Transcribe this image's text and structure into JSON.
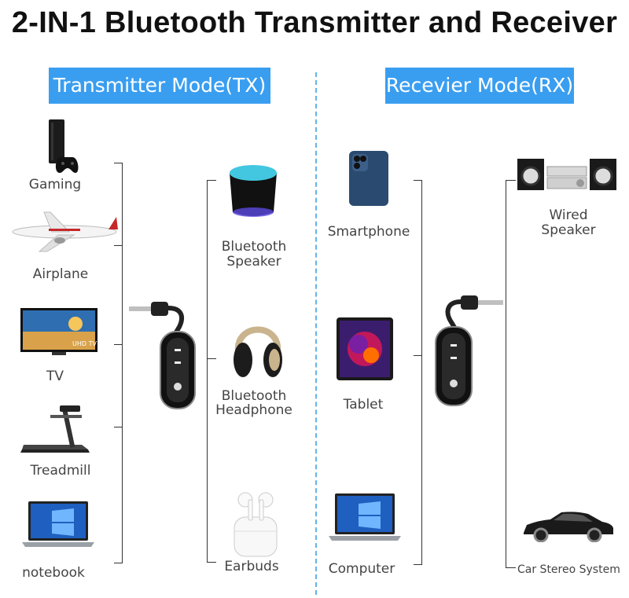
{
  "title": "2-IN-1 Bluetooth Transmitter and Receiver",
  "tx": {
    "heading": "Transmitter Mode(TX)",
    "sources": [
      "Gaming",
      "Airplane",
      "TV",
      "Treadmill",
      "notebook"
    ],
    "outputs": [
      {
        "line1": "Bluetooth",
        "line2": "Speaker"
      },
      {
        "line1": "Bluetooth",
        "line2": "Headphone"
      },
      {
        "line1": "Earbuds",
        "line2": ""
      }
    ]
  },
  "rx": {
    "heading": "Recevier Mode(RX)",
    "sources": [
      "Smartphone",
      "Tablet",
      "Computer"
    ],
    "outputs": [
      {
        "line1": "Wired",
        "line2": "Speaker"
      },
      {
        "line1": "Car Stereo System",
        "line2": ""
      }
    ]
  },
  "device_screen_text": "UHD TV",
  "colors": {
    "accent": "#3a9ef0",
    "divider": "#62b4ea"
  }
}
